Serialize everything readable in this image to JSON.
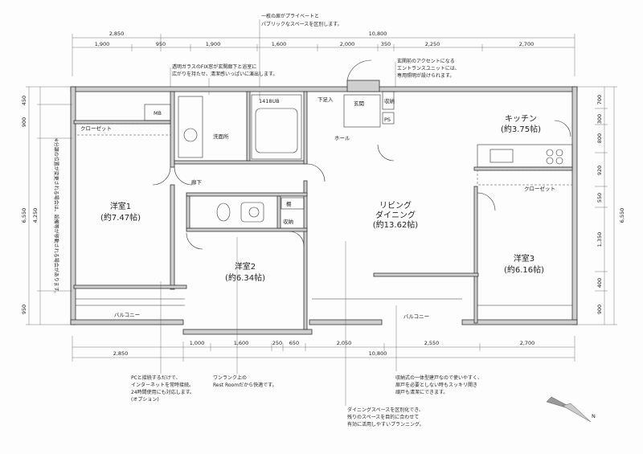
{
  "notes": {
    "top_center": [
      "一枚の扉がプライベートと",
      "パブリックなスペースを区別します。"
    ],
    "glass": [
      "透明ガラスのFIX窓が玄関廊下と浴室に",
      "広がりを持たせ、清潔感いっぱいに演出します。"
    ],
    "entrance": [
      "玄関前のアクセントになる",
      "エントランスユニットには、",
      "専用照明が設けられます。"
    ],
    "pc": [
      "PCと接続するだけで、",
      "インターネットを常時接続。",
      "24時間使用にも対応します。",
      "(オプション)"
    ],
    "restroom": [
      "ワンランク上の",
      "Rest Roomだから快適です。"
    ],
    "storage": [
      "収納式の一体型建戸なので使いやすく、",
      "扉戸を必要としない時もスッキリ開き",
      "頑戸も清潔にできます。"
    ],
    "dining": [
      "ダイニングスペースを区別化でき、",
      "残りのスペースを目的に合わせて",
      "有効に活用しやすいプランニング。"
    ],
    "left_vertical": "※分譲の位置が変更される場合は、設備等が移動される場合があります。"
  },
  "rooms": {
    "western1": [
      "洋室1",
      "(約7.47帖)"
    ],
    "western2": [
      "洋室2",
      "(約6.34帖)"
    ],
    "western3": [
      "洋室3",
      "(約6.16帖)"
    ],
    "living": [
      "リビング",
      "ダイニング",
      "(約13.62帖)"
    ],
    "kitchen": [
      "キッチン",
      "(約3.75帖)"
    ]
  },
  "labels": {
    "mb": "MB",
    "closet1": "クローゼット",
    "closet3": "クローゼット",
    "washroom": "洗面所",
    "ub": "1418UB",
    "hallway": "廊下",
    "hall": "ホール",
    "entrance": "玄関",
    "shoe": "下足入",
    "storage_top": "収納",
    "ps": "PS",
    "shelf": "棚",
    "storage_mid": "収納",
    "balcony_left": "バルコニー",
    "balcony_right": "バルコニー"
  },
  "dims": {
    "top_totals": [
      "2,850",
      "10,800"
    ],
    "top_segments": [
      "1,900",
      "950",
      "1,900",
      "1,600",
      "2,000",
      "350",
      "2,250",
      "2,700"
    ],
    "bottom_segments": [
      "1,000",
      "1,600",
      "250",
      "650",
      "2,050",
      "2,550",
      "2,700"
    ],
    "bottom_totals": [
      "2,850",
      "10,800"
    ],
    "left": [
      "450",
      "900",
      "4,250",
      "6,550",
      "950"
    ],
    "right": [
      "700",
      "300",
      "800",
      "920",
      "550",
      "1,350",
      "400",
      "900",
      "6,550"
    ]
  },
  "compass": "N"
}
